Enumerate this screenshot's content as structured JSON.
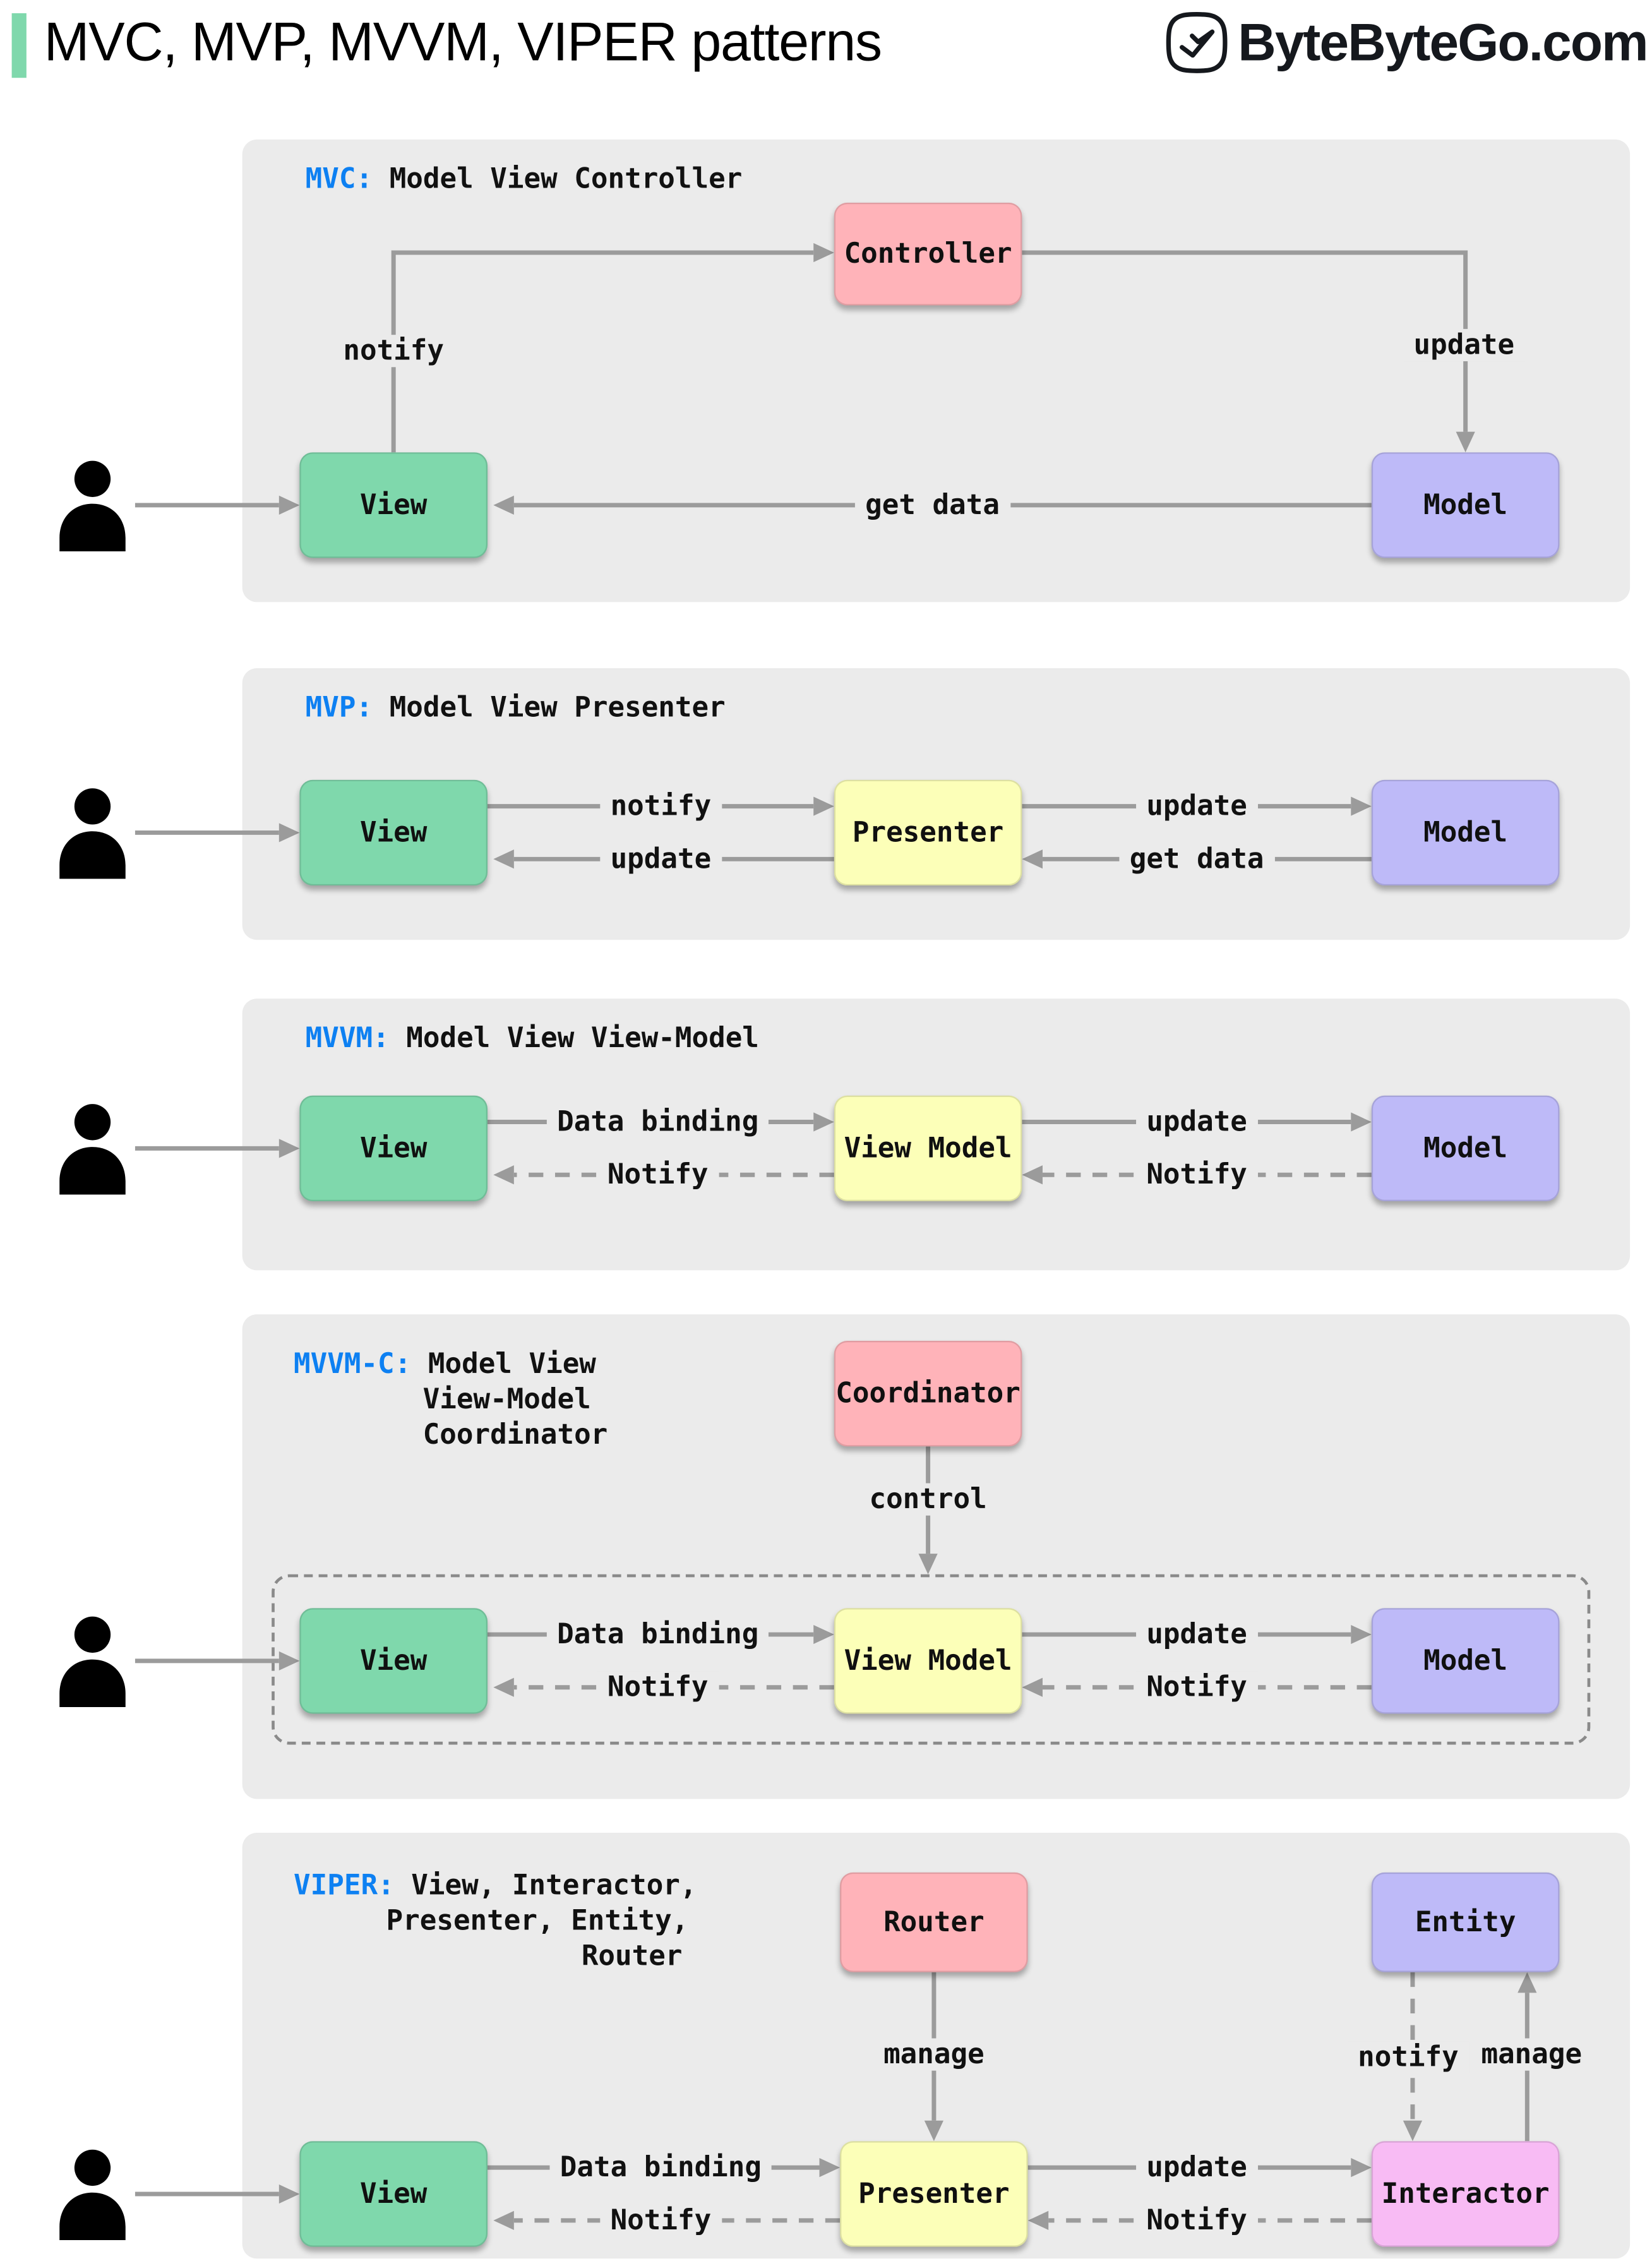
{
  "header": {
    "title": "MVC, MVP, MVVM, VIPER patterns",
    "brand": "ByteByteGo.com"
  },
  "colors": {
    "accent_green": "#7fd8ac",
    "panel_bg": "#ebebeb",
    "label_blue": "#0d80f2",
    "arrow_gray": "#9b9b9b",
    "box_green": "#7fd8ac",
    "box_pink": "#ffb3b9",
    "box_yellow": "#fcffb8",
    "box_purple": "#bebaf8",
    "box_magenta": "#f8bbf4"
  },
  "icons": {
    "user": "user-silhouette-icon",
    "brand": "bytebytego-bird-icon"
  },
  "panels": {
    "mvc": {
      "heading": {
        "prefix": "MVC:",
        "text": "Model View Controller"
      },
      "boxes": {
        "controller": "Controller",
        "view": "View",
        "model": "Model"
      },
      "labels": {
        "notify": "notify",
        "update": "update",
        "get_data": "get data"
      }
    },
    "mvp": {
      "heading": {
        "prefix": "MVP:",
        "text": "Model View Presenter"
      },
      "boxes": {
        "view": "View",
        "presenter": "Presenter",
        "model": "Model"
      },
      "labels": {
        "notify": "notify",
        "update_to_view": "update",
        "update_to_model": "update",
        "get_data": "get data"
      }
    },
    "mvvm": {
      "heading": {
        "prefix": "MVVM:",
        "text": "Model View View-Model"
      },
      "boxes": {
        "view": "View",
        "view_model": "View Model",
        "model": "Model"
      },
      "labels": {
        "data_binding": "Data binding",
        "notify_view": "Notify",
        "update": "update",
        "notify_vm": "Notify"
      }
    },
    "mvvmc": {
      "heading": {
        "prefix": "MVVM-C:",
        "line1": "Model View",
        "line2": "View-Model",
        "line3": "Coordinator"
      },
      "boxes": {
        "coordinator": "Coordinator",
        "view": "View",
        "view_model": "View Model",
        "model": "Model"
      },
      "labels": {
        "control": "control",
        "data_binding": "Data binding",
        "notify_view": "Notify",
        "update": "update",
        "notify_vm": "Notify"
      }
    },
    "viper": {
      "heading": {
        "prefix": "VIPER:",
        "line1": "View, Interactor,",
        "line2": "Presenter, Entity,",
        "line3": "Router"
      },
      "boxes": {
        "router": "Router",
        "entity": "Entity",
        "view": "View",
        "presenter": "Presenter",
        "interactor": "Interactor"
      },
      "labels": {
        "manage_router": "manage",
        "notify_entity": "notify",
        "manage_entity": "manage",
        "data_binding": "Data binding",
        "notify_view": "Notify",
        "update": "update",
        "notify_presenter": "Notify"
      }
    }
  }
}
